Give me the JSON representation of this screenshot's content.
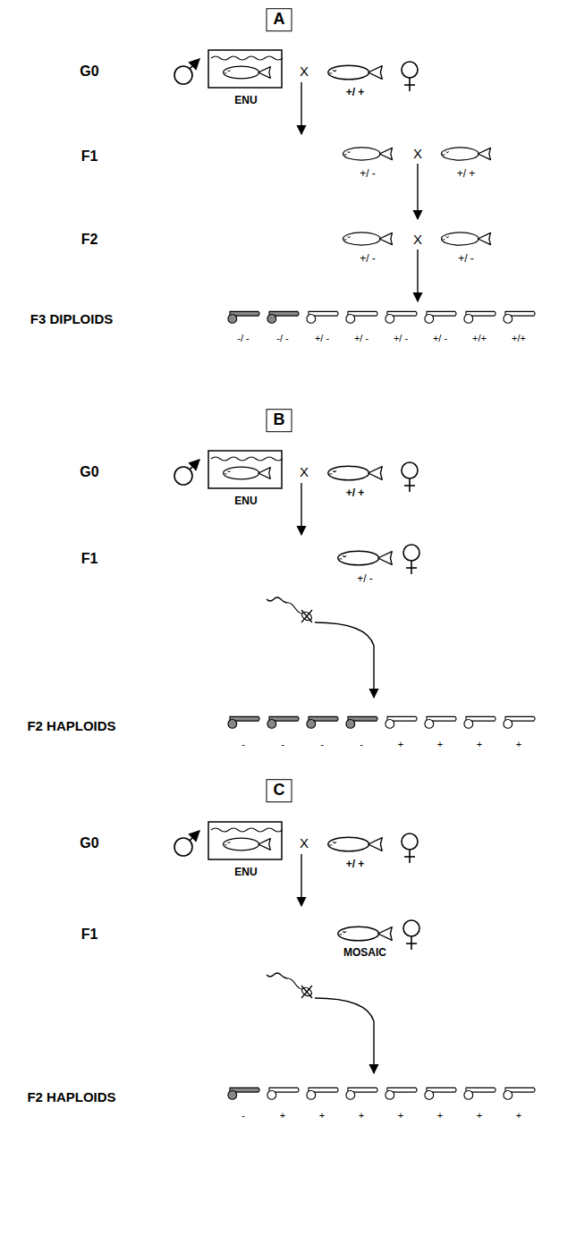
{
  "diagram": {
    "nodes": [
      {
        "text": [
          "A"
        ]
      },
      {
        "text": [
          "B"
        ]
      },
      {
        "text": [
          "C"
        ]
      }
    ],
    "labels": [
      "G0",
      "ENU",
      "X",
      "+/ +",
      "F1",
      "+/ -",
      "X",
      "+/ +",
      "F2",
      "+/ -",
      "X",
      "+/ -",
      "F3 DIPLOIDS",
      "-/ -",
      "-/ -",
      "+/ -",
      "+/ -",
      "+/ -",
      "+/ -",
      "+/+",
      "+/+",
      "G0",
      "ENU",
      "X",
      "+/ +",
      "F1",
      "+/ -",
      "F2 HAPLOIDS",
      "-",
      "-",
      "-",
      "-",
      "+",
      "+",
      "+",
      "+",
      "G0",
      "ENU",
      "X",
      "+/ +",
      "F1",
      "MOSAIC",
      "F2 HAPLOIDS",
      "-",
      "+",
      "+",
      "+",
      "+",
      "+",
      "+",
      "+"
    ]
  }
}
